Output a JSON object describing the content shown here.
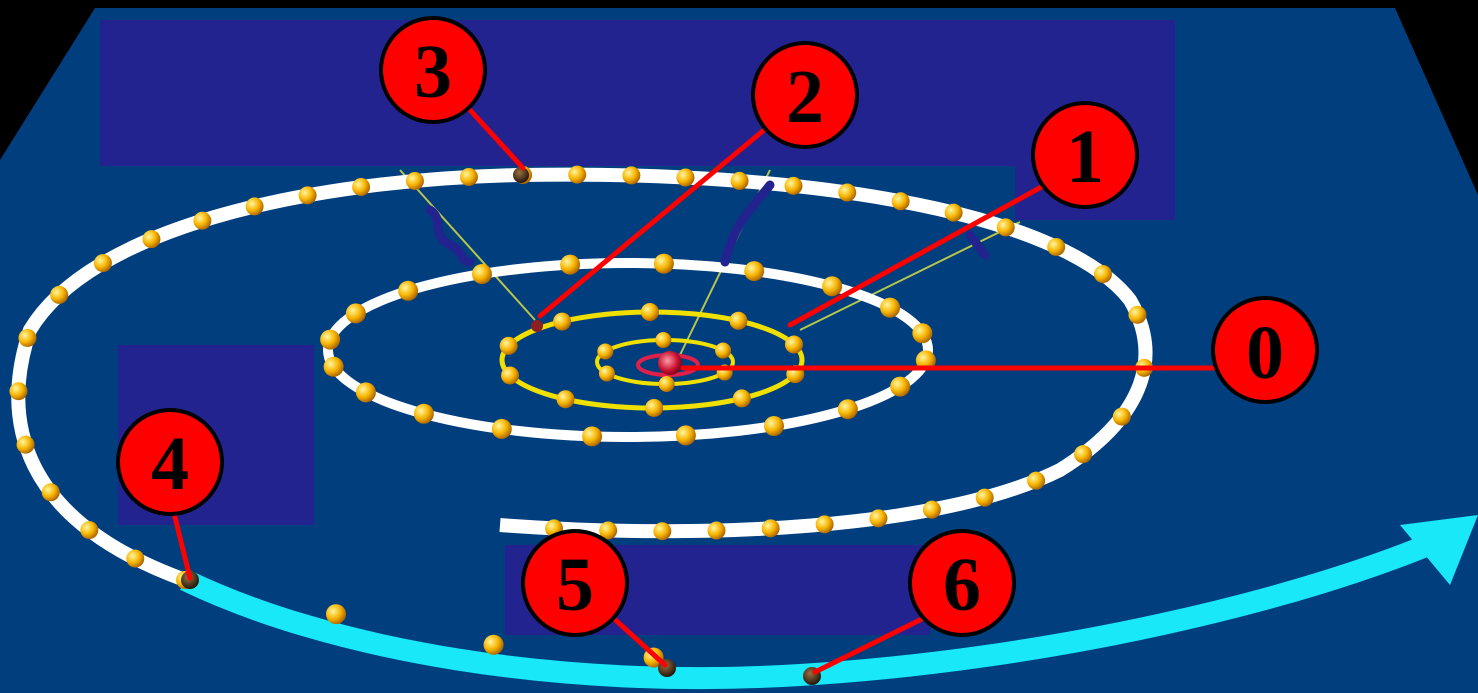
{
  "colors": {
    "background": "#000000",
    "plane": "#003e7e",
    "panel": "#23238f",
    "orbit": "#ffffff",
    "orbit_highlight": "#18e8f8",
    "inner_orbit": "#f0e000",
    "bead": "#f0a800",
    "marker_circle": "#ff0000",
    "pointer_line": "#ff0000",
    "central_body": "#c8102e"
  },
  "markers": [
    {
      "id": "marker-0",
      "label": "0"
    },
    {
      "id": "marker-1",
      "label": "1"
    },
    {
      "id": "marker-2",
      "label": "2"
    },
    {
      "id": "marker-3",
      "label": "3"
    },
    {
      "id": "marker-4",
      "label": "4"
    },
    {
      "id": "marker-5",
      "label": "5"
    },
    {
      "id": "marker-6",
      "label": "6"
    }
  ]
}
